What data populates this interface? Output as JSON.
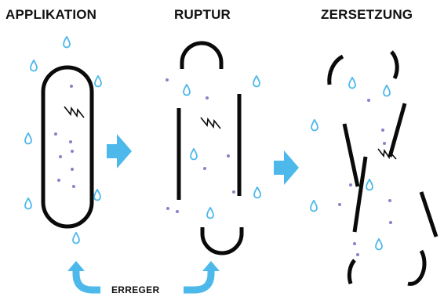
{
  "stages": [
    {
      "label": "APPLIKATION"
    },
    {
      "label": "RUPTUR"
    },
    {
      "label": "ZERSETZUNG"
    }
  ],
  "cycle_label": "ERREGER",
  "colors": {
    "outline": "#0a0a0a",
    "drop": "#4db8ea",
    "particle": "#8a80c8",
    "arrow": "#4db8ea",
    "text": "#111111"
  },
  "icons": [
    "water-drop-icon",
    "particle-dot",
    "lightning-zigzag-icon",
    "arrow-right-icon",
    "curved-arrow-icon"
  ]
}
